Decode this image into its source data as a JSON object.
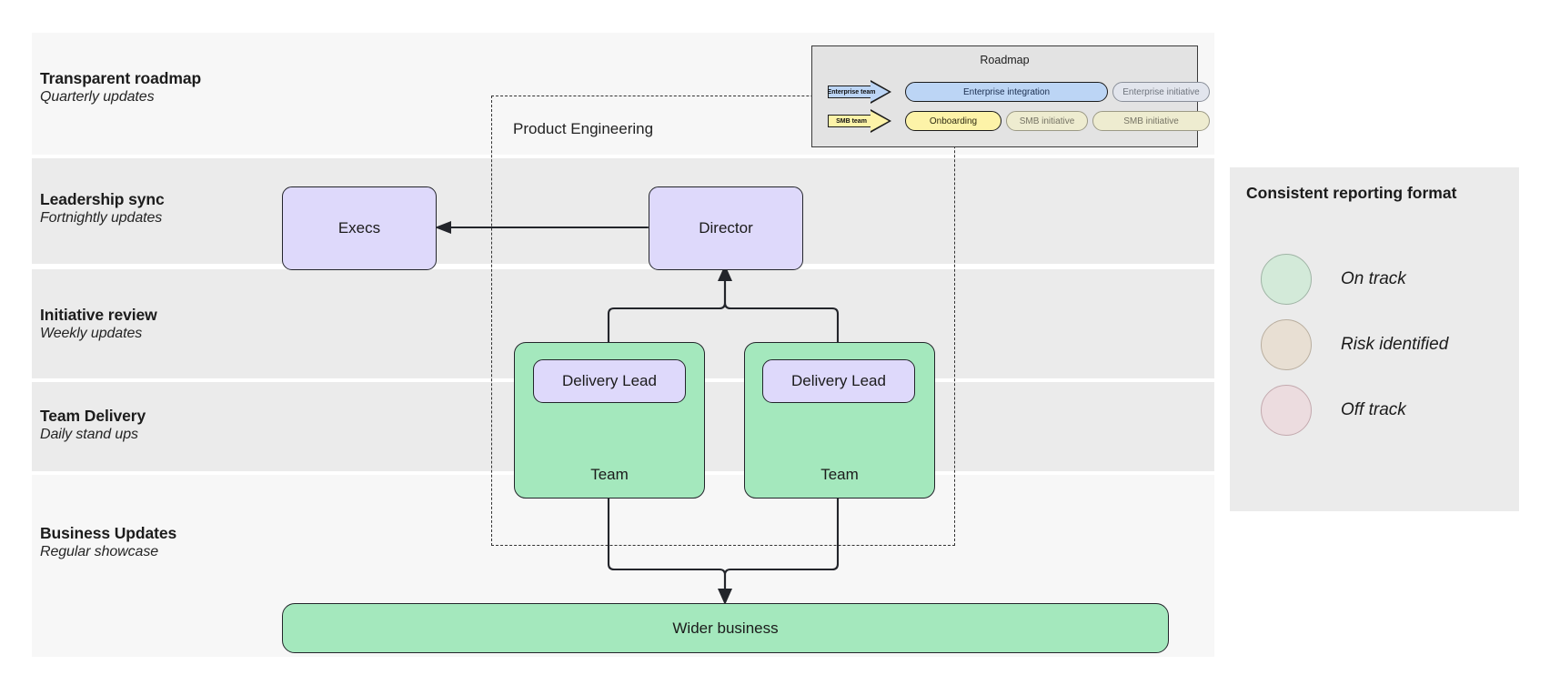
{
  "lanes": [
    {
      "title": "Transparent roadmap",
      "subtitle": "Quarterly updates"
    },
    {
      "title": "Leadership sync",
      "subtitle": "Fortnightly updates"
    },
    {
      "title": "Initiative review",
      "subtitle": "Weekly updates"
    },
    {
      "title": "Team Delivery",
      "subtitle": "Daily stand ups"
    },
    {
      "title": "Business Updates",
      "subtitle": "Regular showcase"
    }
  ],
  "boundary": {
    "caption": "Product Engineering"
  },
  "nodes": {
    "execs": "Execs",
    "director": "Director",
    "delivery_lead_left": "Delivery Lead",
    "delivery_lead_right": "Delivery Lead",
    "team_left": "Team",
    "team_right": "Team",
    "wider_business": "Wider business"
  },
  "roadmap": {
    "title": "Roadmap",
    "rows": [
      {
        "arrow_label": "Enterprise team",
        "items": [
          {
            "label": "Enterprise integration",
            "style": "active-blue"
          },
          {
            "label": "Enterprise initiative",
            "style": "ghost-blue"
          }
        ]
      },
      {
        "arrow_label": "SMB team",
        "items": [
          {
            "label": "Onboarding",
            "style": "active-yellow"
          },
          {
            "label": "SMB initiative",
            "style": "ghost-yellow"
          },
          {
            "label": "SMB initiative",
            "style": "ghost-yellow"
          }
        ]
      }
    ]
  },
  "legend": {
    "title": "Consistent reporting format",
    "items": [
      {
        "label": "On track",
        "color": "#d3ead9"
      },
      {
        "label": "Risk identified",
        "color": "#e8dfd3"
      },
      {
        "label": "Off track",
        "color": "#ecdcdf"
      }
    ]
  },
  "colors": {
    "band_light": "#f7f7f7",
    "band_dark": "#ebebeb",
    "node_purple": "#ded9fb",
    "node_green": "#a4e8bd",
    "stroke": "#23252b"
  }
}
